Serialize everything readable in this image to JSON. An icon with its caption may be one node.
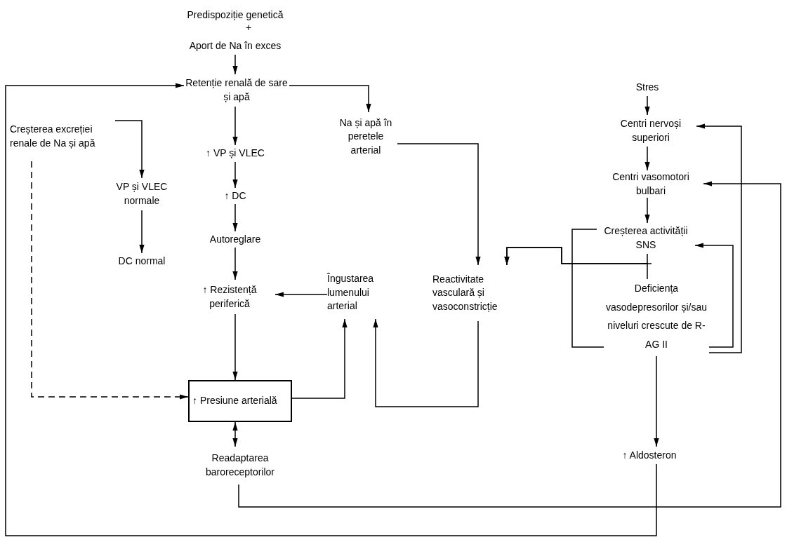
{
  "diagram": {
    "nodes": [
      {
        "text": [
          "Predispoziție genetică"
        ]
      },
      {
        "text": [
          "Aport de Na în exces"
        ]
      },
      {
        "text": [
          "Retenție renală de sare și apă"
        ]
      },
      {
        "text": [
          "Creșterea excreției renale de Na și apă"
        ]
      },
      {
        "text": [
          "VP și VLEC normale"
        ]
      },
      {
        "text": [
          "DC normal"
        ]
      },
      {
        "text": [
          "↑ VP și VLEC"
        ]
      },
      {
        "text": [
          "↑ DC"
        ]
      },
      {
        "text": [
          "Autoreglare"
        ]
      },
      {
        "text": [
          "↑ Rezistență periferică"
        ]
      },
      {
        "text": [
          "Na și apă în peretele arterial"
        ]
      },
      {
        "text": [
          "Îngustarea lumenului arterial"
        ]
      },
      {
        "text": [
          "Reactivitate vasculară și vasoconstricție"
        ]
      },
      {
        "text": [
          "↑ Presiune arterială"
        ]
      },
      {
        "text": [
          "Readaptarea baroreceptorilor"
        ]
      },
      {
        "text": [
          "Stres"
        ]
      },
      {
        "text": [
          "Centri nervoși superiori"
        ]
      },
      {
        "text": [
          "Centri vasomotori bulbari"
        ]
      },
      {
        "text": [
          "Creșterea activității SNS"
        ]
      },
      {
        "text": [
          "Deficiența vasodepresorilor și/sau niveluri crescute de R-AG II"
        ]
      },
      {
        "text": [
          "↑ Aldosteron"
        ]
      }
    ],
    "edges": [
      {
        "from": 1,
        "to": 2,
        "arrow": "to"
      },
      {
        "from": 2,
        "to": 6,
        "arrow": "to"
      },
      {
        "from": 2,
        "to": 10,
        "arrow": "to"
      },
      {
        "from": 6,
        "to": 7,
        "arrow": "to"
      },
      {
        "from": 7,
        "to": 8,
        "arrow": "to"
      },
      {
        "from": 8,
        "to": 9,
        "arrow": "to"
      },
      {
        "from": 9,
        "to": 13,
        "arrow": "to"
      },
      {
        "from": 11,
        "to": 9,
        "arrow": "to"
      },
      {
        "from": 13,
        "to": 11,
        "arrow": "to"
      },
      {
        "from": 10,
        "to": 12,
        "arrow": "to"
      },
      {
        "from": 12,
        "to": 11,
        "arrow": "to"
      },
      {
        "from": 3,
        "to": 4,
        "arrow": "to"
      },
      {
        "from": 4,
        "to": 5,
        "arrow": "to"
      },
      {
        "from": 3,
        "to": 13,
        "arrow": "to",
        "style": "dashed"
      },
      {
        "from": 13,
        "to": 14,
        "arrow": "both"
      },
      {
        "from": 14,
        "to": 17,
        "arrow": "to"
      },
      {
        "from": 15,
        "to": 16,
        "arrow": "to"
      },
      {
        "from": 16,
        "to": 17,
        "arrow": "to"
      },
      {
        "from": 17,
        "to": 18,
        "arrow": "to"
      },
      {
        "from": 18,
        "to": 12,
        "arrow": "to"
      },
      {
        "from": 19,
        "to": 12,
        "arrow": "to"
      },
      {
        "from": 18,
        "to": 19,
        "arrow": "none"
      },
      {
        "from": 19,
        "to": 18,
        "arrow": "to"
      },
      {
        "from": 19,
        "to": 16,
        "arrow": "to"
      },
      {
        "from": 19,
        "to": 20,
        "arrow": "to"
      },
      {
        "from": 20,
        "to": 2,
        "arrow": "to"
      }
    ],
    "labels": [
      "+"
    ]
  }
}
